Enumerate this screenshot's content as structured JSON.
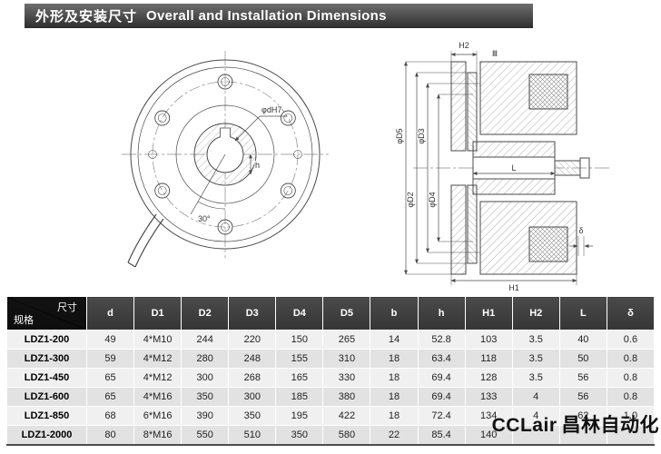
{
  "header": {
    "title_cn": "外形及安装尺寸",
    "title_en": "Overall and Installation Dimensions"
  },
  "drawings": {
    "front_view": {
      "bore_label": "φdH7",
      "h_label": "h",
      "angle_label": "30°"
    },
    "section_view": {
      "d5_label": "φD5",
      "d2_label": "φD2",
      "d3_label": "φD3",
      "d4_label": "φD4",
      "h2_label": "H2",
      "l_label": "L",
      "h1_label": "H1",
      "delta_label": "δ",
      "section_mark": "Ⅲ"
    }
  },
  "table": {
    "corner": {
      "top_label": "尺寸",
      "bottom_label": "规格"
    },
    "columns": [
      "d",
      "D1",
      "D2",
      "D3",
      "D4",
      "D5",
      "b",
      "h",
      "H1",
      "H2",
      "L",
      "δ"
    ],
    "rows": [
      {
        "model": "LDZ1-200",
        "values": [
          "49",
          "4*M10",
          "244",
          "220",
          "150",
          "265",
          "14",
          "52.8",
          "103",
          "3.5",
          "40",
          "0.6"
        ]
      },
      {
        "model": "LDZ1-300",
        "values": [
          "59",
          "4*M12",
          "280",
          "248",
          "155",
          "310",
          "18",
          "63.4",
          "118",
          "3.5",
          "50",
          "0.8"
        ]
      },
      {
        "model": "LDZ1-450",
        "values": [
          "65",
          "4*M12",
          "300",
          "268",
          "165",
          "330",
          "18",
          "69.4",
          "128",
          "3.5",
          "56",
          "0.8"
        ]
      },
      {
        "model": "LDZ1-600",
        "values": [
          "65",
          "4*M16",
          "350",
          "300",
          "185",
          "380",
          "18",
          "69.4",
          "133",
          "4",
          "56",
          "0.8"
        ]
      },
      {
        "model": "LDZ1-850",
        "values": [
          "68",
          "6*M16",
          "390",
          "350",
          "195",
          "422",
          "18",
          "72.4",
          "134",
          "4",
          "62",
          "1.0"
        ]
      },
      {
        "model": "LDZ1-2000",
        "values": [
          "80",
          "8*M16",
          "550",
          "510",
          "350",
          "580",
          "22",
          "85.4",
          "140",
          "",
          "",
          ""
        ]
      }
    ]
  },
  "watermark": {
    "brand_en": "CCLair",
    "brand_cn": "昌林自动化"
  }
}
